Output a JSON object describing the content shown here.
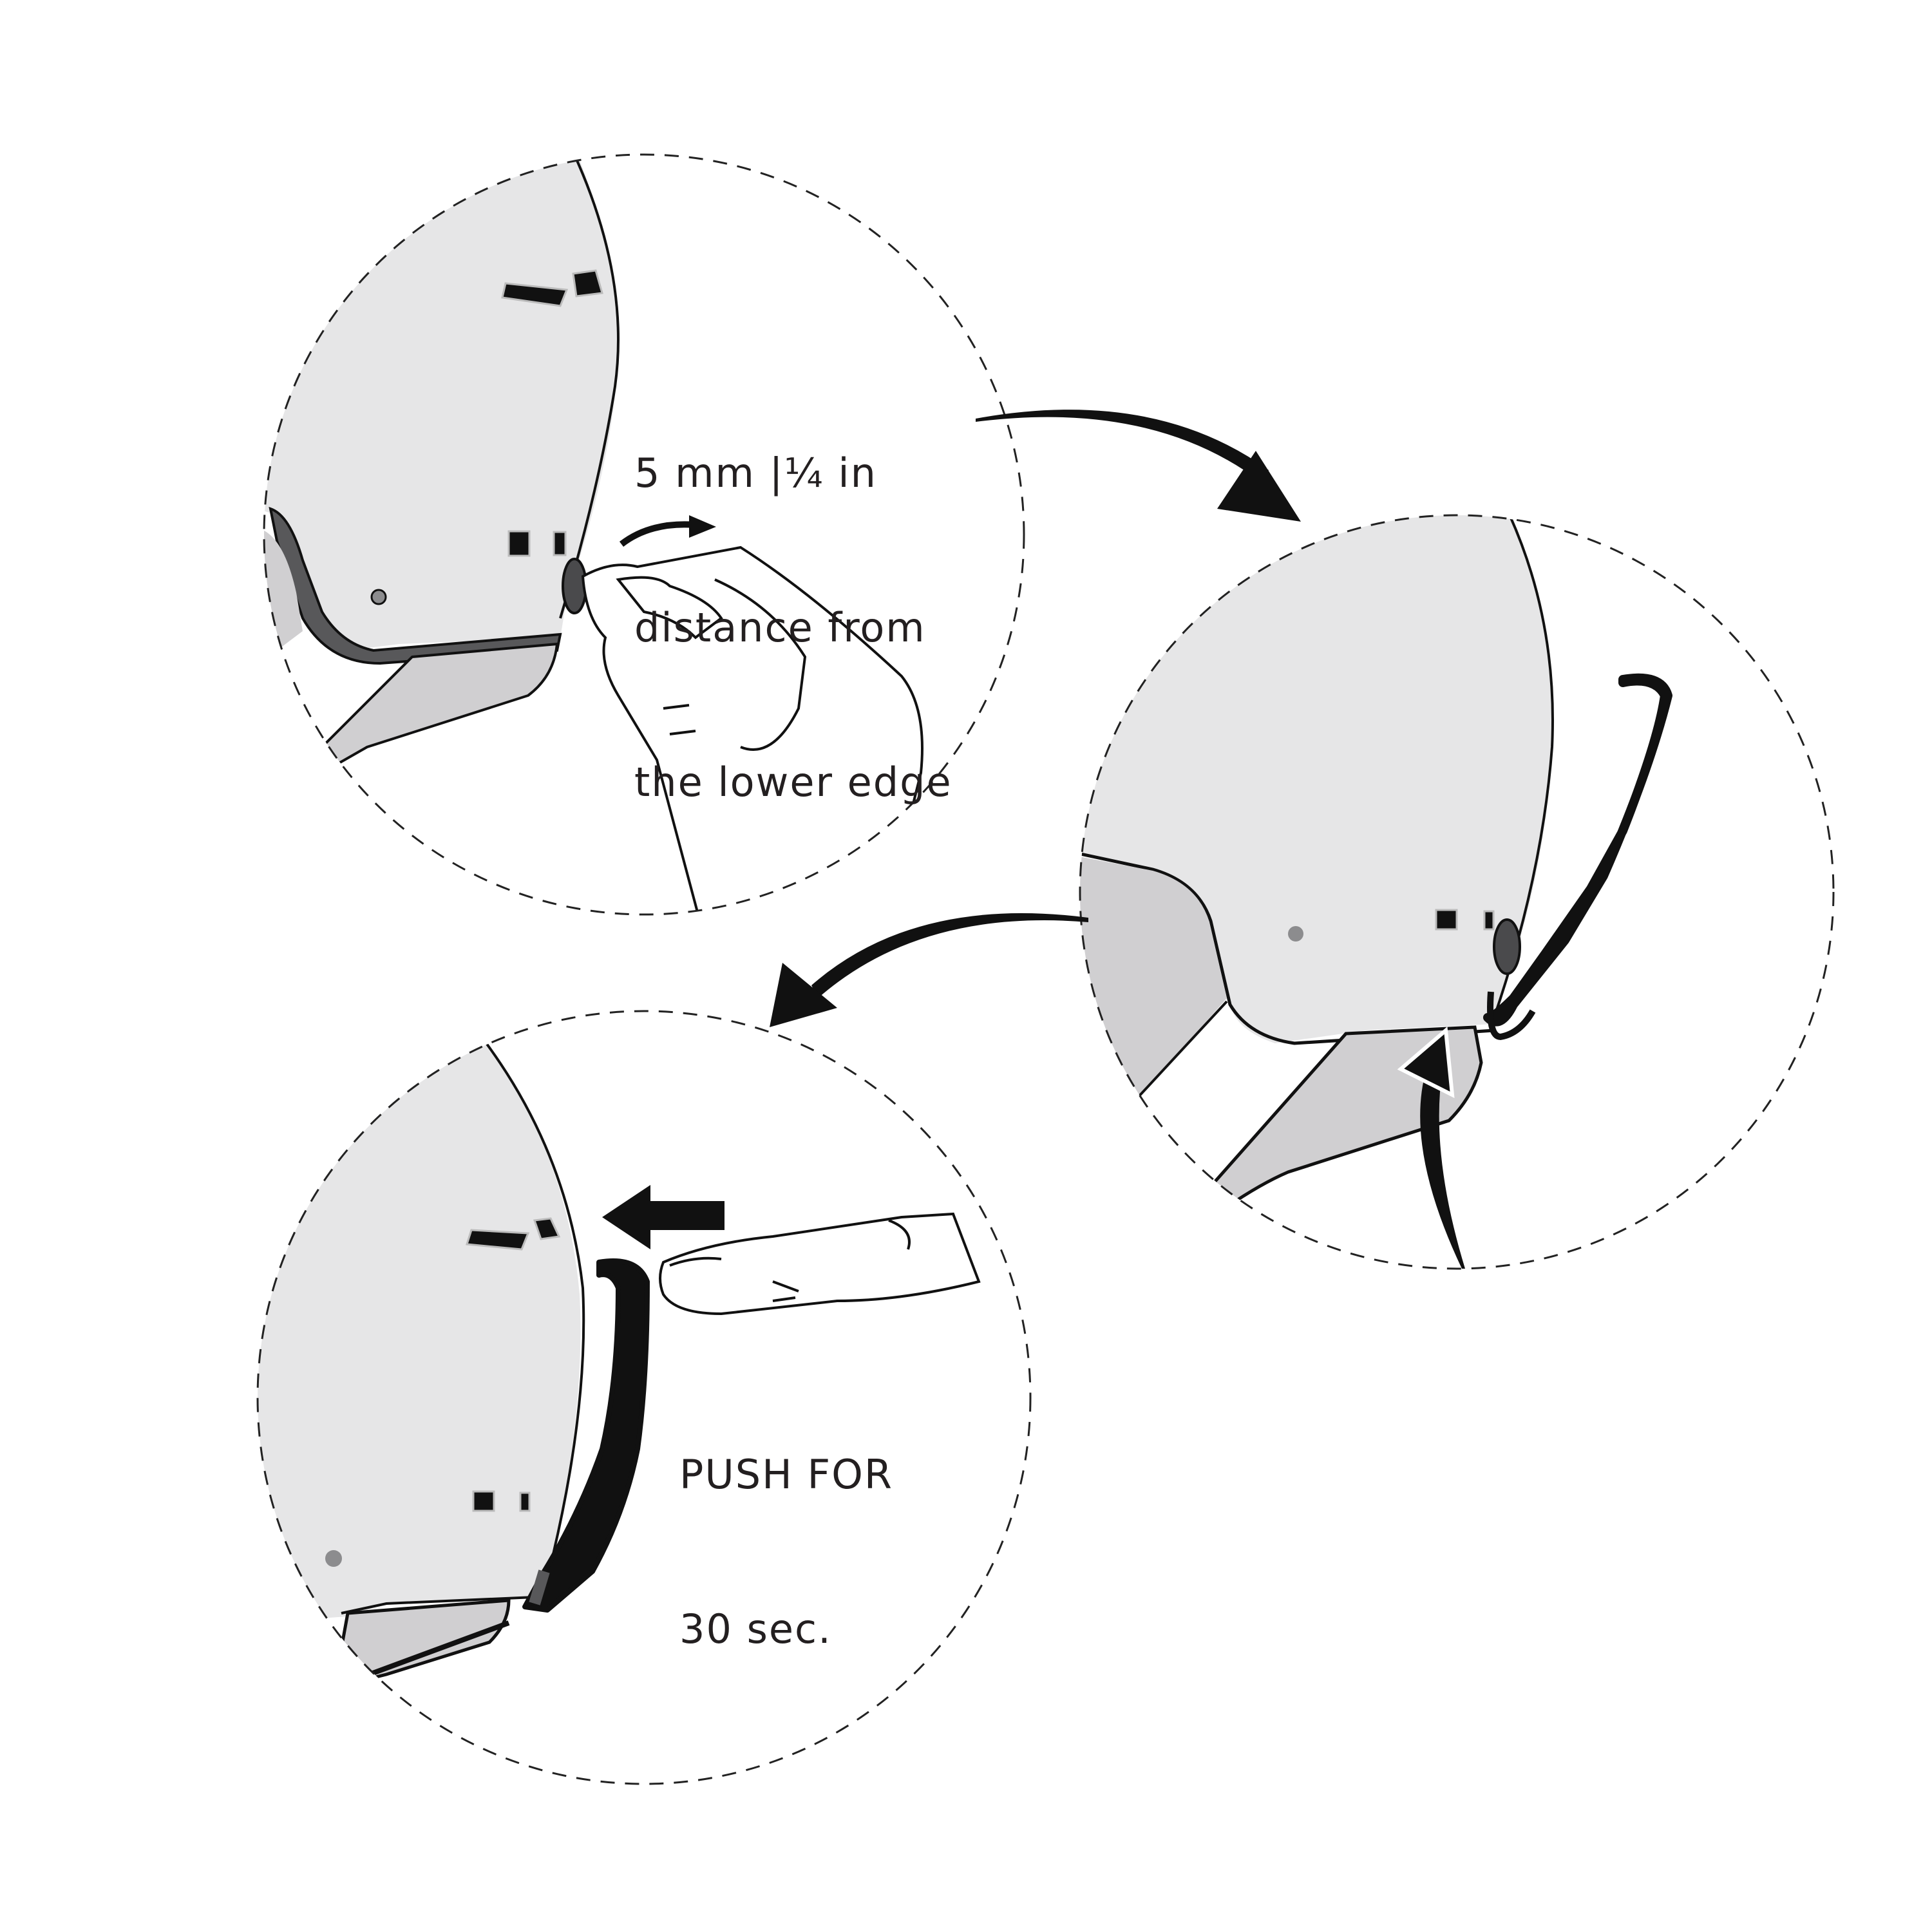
{
  "diagram": {
    "type": "instructional-illustration",
    "subject": "helmet side attachment / strap adjustment steps",
    "steps": [
      {
        "id": "step-1",
        "position": "top-left",
        "description": "Turn the knob on the helmet side",
        "annotation_lines": [
          "5 mm |¼ in",
          "distance from",
          "the lower edge"
        ]
      },
      {
        "id": "step-2",
        "position": "right",
        "description": "Attach strap under the knob from below"
      },
      {
        "id": "step-3",
        "position": "bottom-left",
        "description": "Press strap against helmet with finger",
        "annotation_lines": [
          "PUSH FOR",
          "30 sec."
        ]
      }
    ],
    "flow_arrows": [
      {
        "from": "step-1",
        "to": "step-2"
      },
      {
        "from": "step-2",
        "to": "step-3"
      }
    ],
    "colors": {
      "helmet_shell": "#e6e6e7",
      "helmet_lower": "#d0cfd1",
      "trim_dark": "#58585a",
      "knob": "#4a4a4c",
      "outline": "#111111",
      "text": "#231f20",
      "vent_dot": "#8c8c8e"
    }
  }
}
